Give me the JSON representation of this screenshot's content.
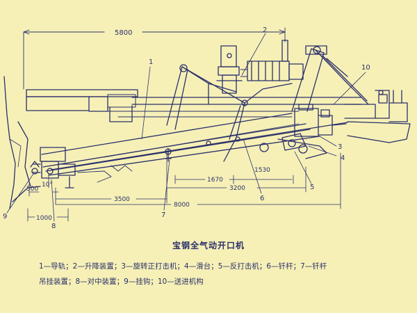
{
  "figure": {
    "title": "宝钢全气动开口机",
    "legend_line1": "1—导轨；2—升降装置；3—旋转正打击机；4—滑台；5—反打击机；6—钎杆；7—钎杆",
    "legend_line2": "吊挂装置；8—对中装置；9—挂钩；10—送进机构"
  },
  "dimensions": {
    "d5800": "5800",
    "d1670": "1670",
    "d1530": "1530",
    "d3200": "3200",
    "d3500": "3500",
    "d8000": "8000",
    "d500": "500",
    "d1000": "1000",
    "angle": "10°"
  },
  "callouts": {
    "c1": "1",
    "c2": "2",
    "c3": "3",
    "c4": "4",
    "c5": "5",
    "c6": "6",
    "c7": "7",
    "c8": "8",
    "c9": "9",
    "c10": "10"
  },
  "colors": {
    "background": "#f6f0b7",
    "ink": "#2a2f6a"
  }
}
